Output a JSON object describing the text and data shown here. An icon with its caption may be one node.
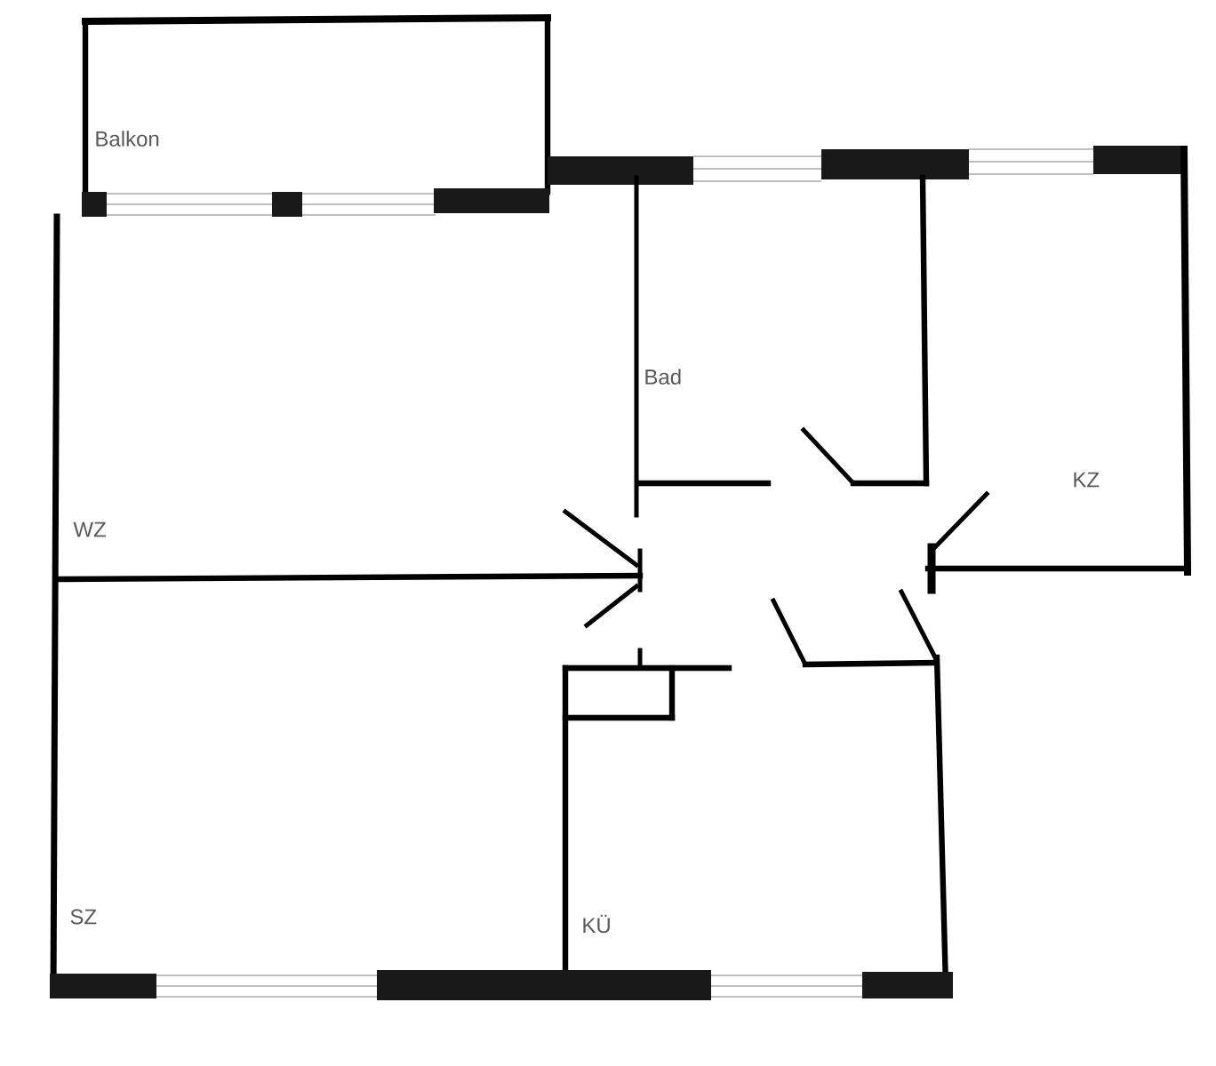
{
  "diagram": {
    "labels": [
      "Balkon",
      "Bad",
      "WZ",
      "KZ",
      "SZ",
      "KÜ"
    ]
  }
}
